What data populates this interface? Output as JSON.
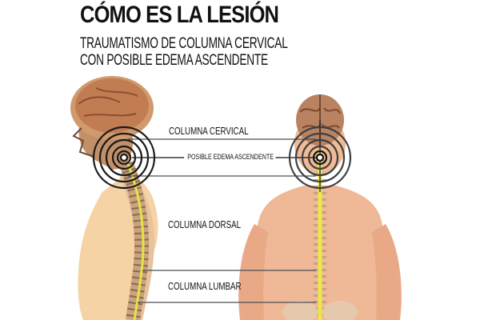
{
  "header": {
    "title": "CÓMO ES LA LESIÓN",
    "subtitle_line1": "TRAUMATISMO DE COLUMNA CERVICAL",
    "subtitle_line2": "CON POSIBLE EDEMA ASCENDENTE"
  },
  "labels": {
    "cervical": "COLUMNA CERVICAL",
    "edema": "POSIBLE EDEMA ASCENDENTE",
    "dorsal": "COLUMNA DORSAL",
    "lumbar": "COLUMNA LUMBAR"
  },
  "figures": {
    "left": "lateral-view-skeleton",
    "right": "posterior-view-back"
  },
  "colors": {
    "skin_left": "#f5d3a4",
    "skin_right": "#efb896",
    "brain": "#c98a5c",
    "spinal_cord": "#e8e84a",
    "vertebrae": "#d9b99a",
    "target_rings": "#1a1a1a",
    "leader_lines": "#4a4f55"
  }
}
